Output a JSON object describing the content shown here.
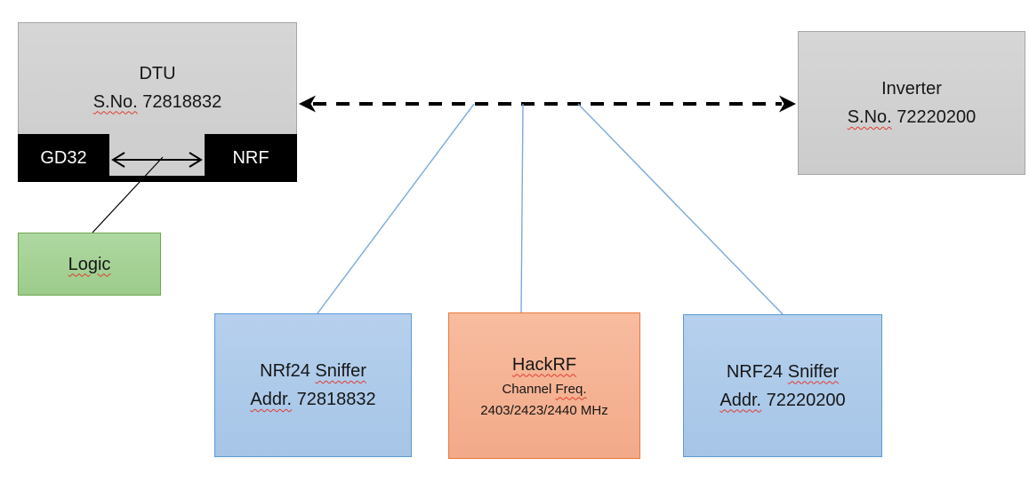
{
  "colors": {
    "gray_fill_top": "#D6D6D6",
    "gray_fill_bottom": "#CCCCCC",
    "gray_border": "#A6A6A6",
    "black_fill": "#000000",
    "green_fill_top": "#AED8A0",
    "green_fill_bottom": "#9DCB8C",
    "green_border": "#6FA84F",
    "blue_fill_top": "#B6D0ED",
    "blue_fill_bottom": "#A6C5E7",
    "blue_border": "#5B9BD5",
    "orange_fill_top": "#F8BC9F",
    "orange_fill_bottom": "#F2AA89",
    "orange_border": "#E8793A",
    "connector_blue": "#7CA9DC",
    "line_black": "#000000",
    "squiggle_red": "#E03C31"
  },
  "nodes": {
    "dtu": {
      "title": "DTU",
      "serial_label": "S.No.",
      "serial_value": "72818832"
    },
    "gd32": {
      "label": "GD32"
    },
    "nrf": {
      "label": "NRF"
    },
    "logic": {
      "label": "Logic"
    },
    "inverter": {
      "title": "Inverter",
      "serial_label": "S.No.",
      "serial_value": "72220200"
    },
    "sniffer_left": {
      "name_prefix": "NRf24",
      "name_word": "Sniffer",
      "addr_label": "Addr.",
      "addr_value": "72818832"
    },
    "hackrf": {
      "title": "HackRF",
      "freq_prefix": "Channel",
      "freq_word": "Freq.",
      "channels": "2403/2423/2440 MHz"
    },
    "sniffer_right": {
      "name_prefix": "NRF24",
      "name_word": "Sniffer",
      "addr_label": "Addr.",
      "addr_value": "72220200"
    }
  }
}
